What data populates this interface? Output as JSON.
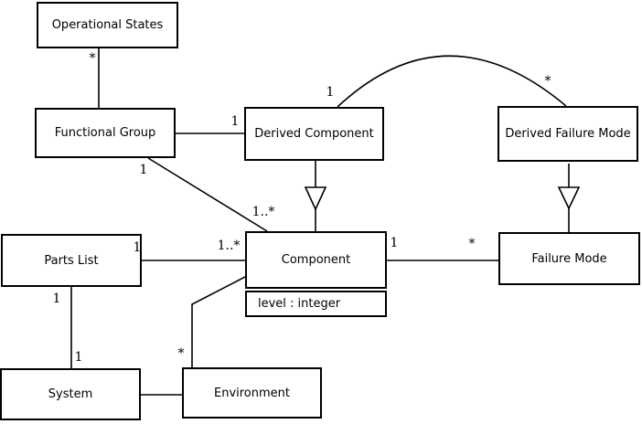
{
  "diagram": {
    "kind": "uml-class-diagram",
    "colors": {
      "background": "#ffffff",
      "box_fill": "#ffffff",
      "line": "#000000",
      "text": "#000000"
    },
    "classes": [
      {
        "id": "operational-states",
        "name": "Operational States"
      },
      {
        "id": "functional-group",
        "name": "Functional Group"
      },
      {
        "id": "derived-component",
        "name": "Derived Component"
      },
      {
        "id": "derived-failure-mode",
        "name": "Derived Failure Mode"
      },
      {
        "id": "parts-list",
        "name": "Parts List"
      },
      {
        "id": "component",
        "name": "Component",
        "attributes": [
          "level : integer"
        ]
      },
      {
        "id": "failure-mode",
        "name": "Failure Mode"
      },
      {
        "id": "system",
        "name": "System"
      },
      {
        "id": "environment",
        "name": "Environment"
      }
    ],
    "relationships": [
      {
        "from": "Operational States",
        "to": "Functional Group",
        "type": "association",
        "from_label": "*"
      },
      {
        "from": "Functional Group",
        "to": "Derived Component",
        "type": "association",
        "to_label": "1"
      },
      {
        "from": "Functional Group",
        "to": "Component",
        "type": "association",
        "from_label": "1",
        "to_label": "1..*"
      },
      {
        "from": "Derived Component",
        "to": "Derived Failure Mode",
        "type": "association-arc",
        "from_label": "1",
        "to_label": "*"
      },
      {
        "from": "Derived Component",
        "to": "Component",
        "type": "generalization"
      },
      {
        "from": "Derived Failure Mode",
        "to": "Failure Mode",
        "type": "generalization"
      },
      {
        "from": "Parts List",
        "to": "Component",
        "type": "association",
        "from_label": "1",
        "to_label": "1..*"
      },
      {
        "from": "Component",
        "to": "Failure Mode",
        "type": "association",
        "from_label": "1",
        "to_label": "*"
      },
      {
        "from": "Parts List",
        "to": "System",
        "type": "association",
        "from_label": "1",
        "to_label": "1"
      },
      {
        "from": "Component",
        "to": "Environment",
        "type": "association",
        "to_label": "*"
      },
      {
        "from": "System",
        "to": "Environment",
        "type": "association"
      }
    ]
  }
}
